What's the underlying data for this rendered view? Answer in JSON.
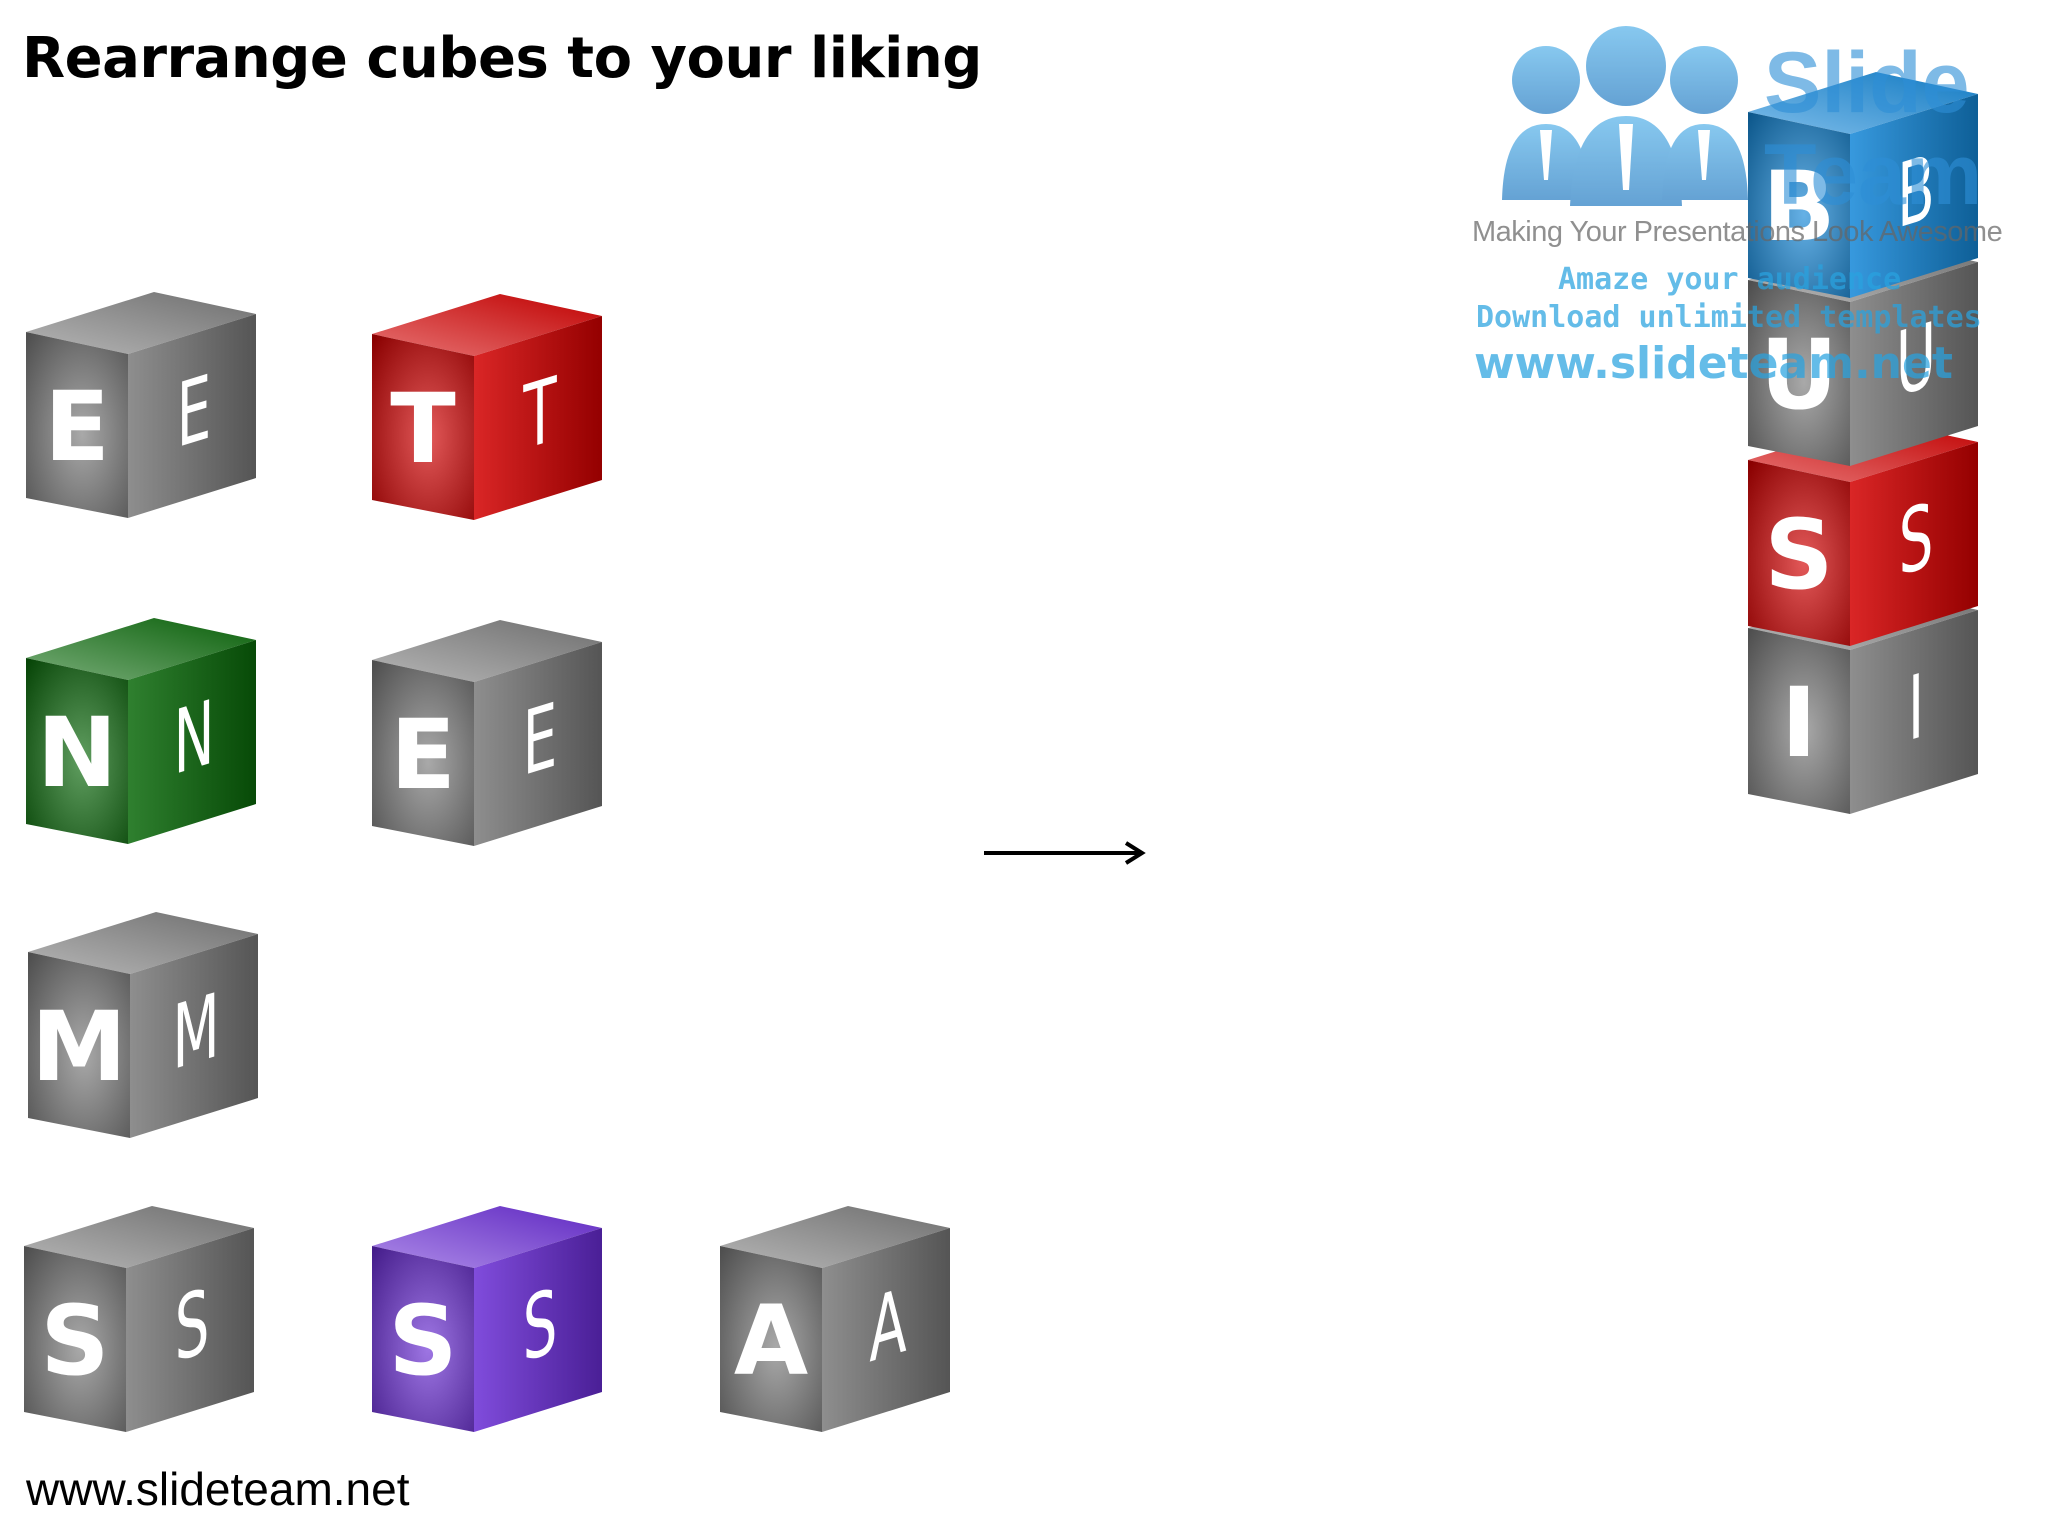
{
  "title": "Rearrange cubes to your liking",
  "footer": "www.slideteam.net",
  "logo": {
    "word1": "Slide",
    "word2": "Team",
    "tagline": "Making Your Presentations Look Awesome",
    "line1": "Amaze your audience",
    "line2": "Download unlimited templates",
    "line3": "www.slideteam.net"
  },
  "colors": {
    "gray": "#7a7a7a",
    "red": "#d40000",
    "green": "#0a6a0a",
    "purple": "#6a2cd6",
    "blue": "#1487d8"
  },
  "cubes": {
    "e1": {
      "letter": "E",
      "color": "gray"
    },
    "t": {
      "letter": "T",
      "color": "red"
    },
    "n": {
      "letter": "N",
      "color": "green"
    },
    "e2": {
      "letter": "E",
      "color": "gray"
    },
    "m": {
      "letter": "M",
      "color": "gray"
    },
    "s1": {
      "letter": "S",
      "color": "gray"
    },
    "s2": {
      "letter": "S",
      "color": "purple"
    },
    "a": {
      "letter": "A",
      "color": "gray"
    },
    "b": {
      "letter": "B",
      "color": "blue"
    },
    "u": {
      "letter": "U",
      "color": "gray"
    },
    "s3": {
      "letter": "S",
      "color": "red"
    },
    "i": {
      "letter": "I",
      "color": "gray"
    }
  }
}
